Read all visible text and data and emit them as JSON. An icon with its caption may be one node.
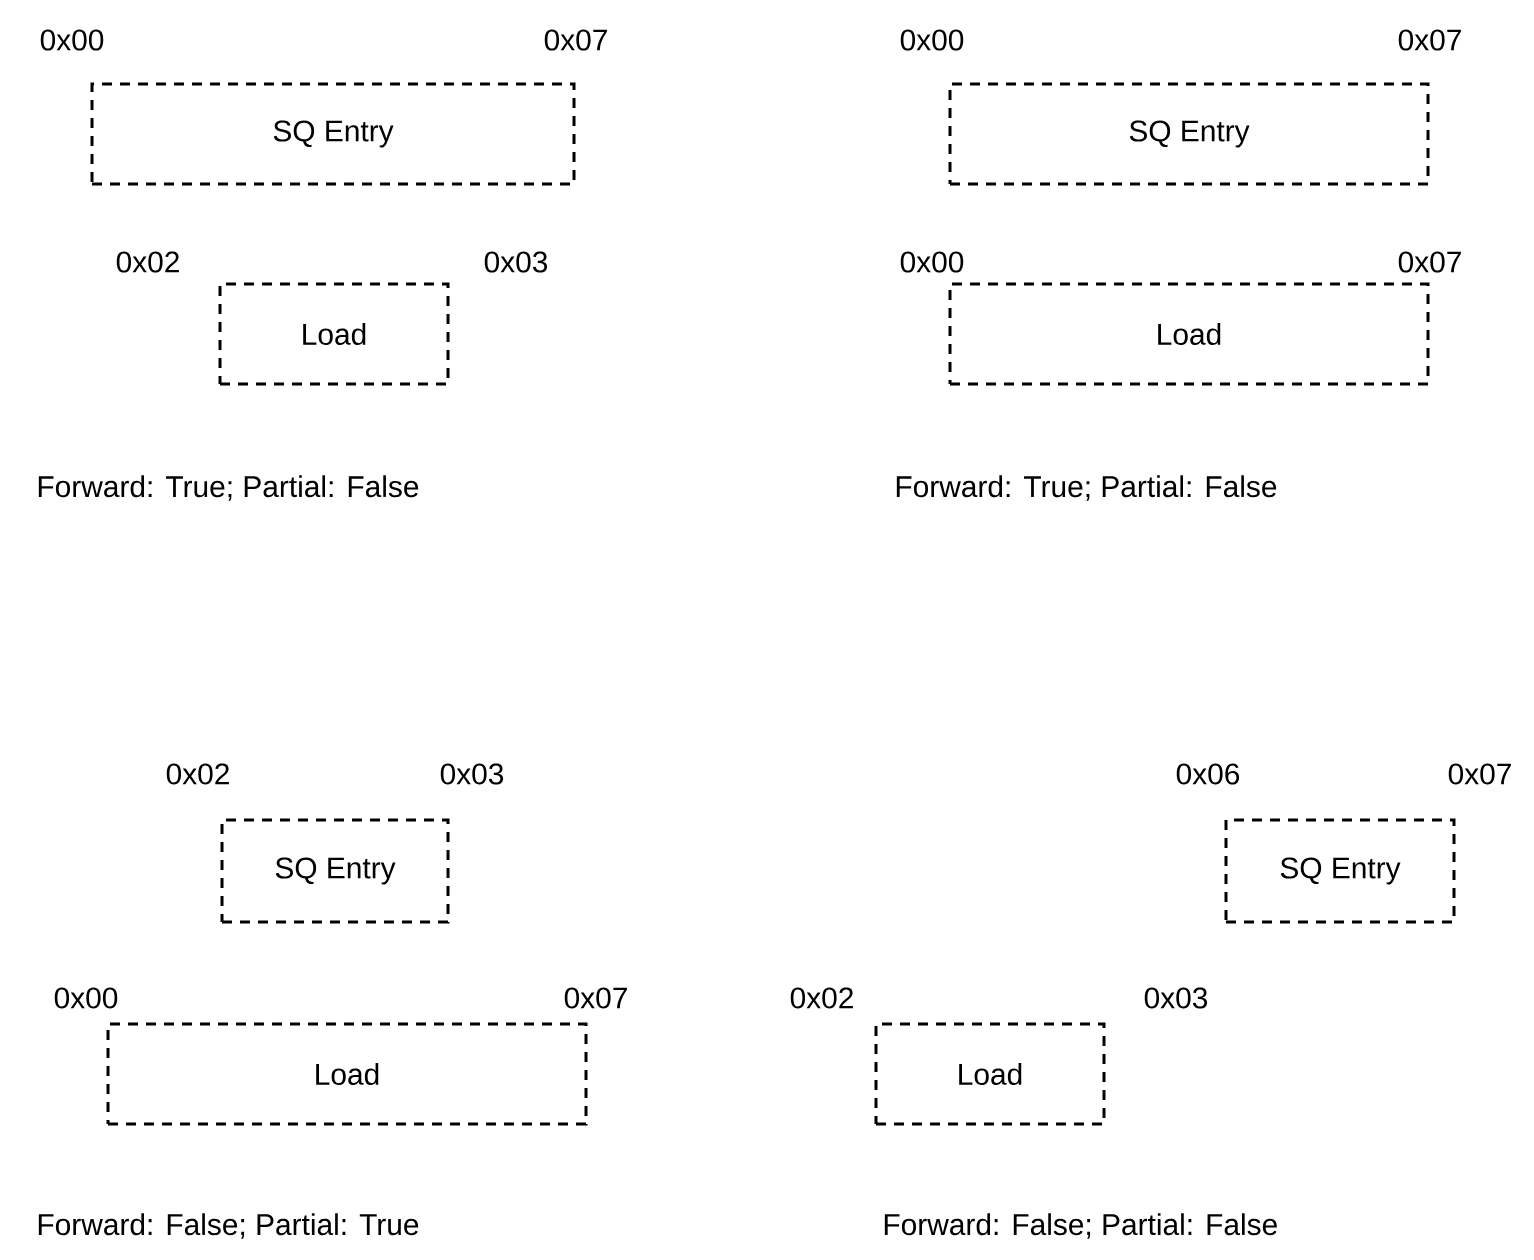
{
  "diagram": {
    "nodes": [
      {
        "text": [
          "SQ Entry"
        ],
        "beside": [
          "0x00",
          "0x07"
        ]
      },
      {
        "text": [
          "Load"
        ],
        "beside": [
          "0x02",
          "0x03"
        ]
      },
      {
        "text": [
          "SQ Entry"
        ],
        "beside": [
          "0x00",
          "0x07"
        ]
      },
      {
        "text": [
          "Load"
        ],
        "beside": [
          "0x00",
          "0x07"
        ]
      },
      {
        "text": [
          "SQ Entry"
        ],
        "beside": [
          "0x02",
          "0x03"
        ]
      },
      {
        "text": [
          "Load"
        ],
        "beside": [
          "0x00",
          "0x07"
        ]
      },
      {
        "text": [
          "SQ Entry"
        ],
        "beside": [
          "0x06",
          "0x07"
        ]
      },
      {
        "text": [
          "Load"
        ],
        "beside": [
          "0x02",
          "0x03"
        ]
      }
    ],
    "labels": [
      "Forward: True; Partial: False",
      "Forward: True; Partial: False",
      "Forward: False; Partial: True",
      "Forward: False; Partial: False"
    ]
  }
}
